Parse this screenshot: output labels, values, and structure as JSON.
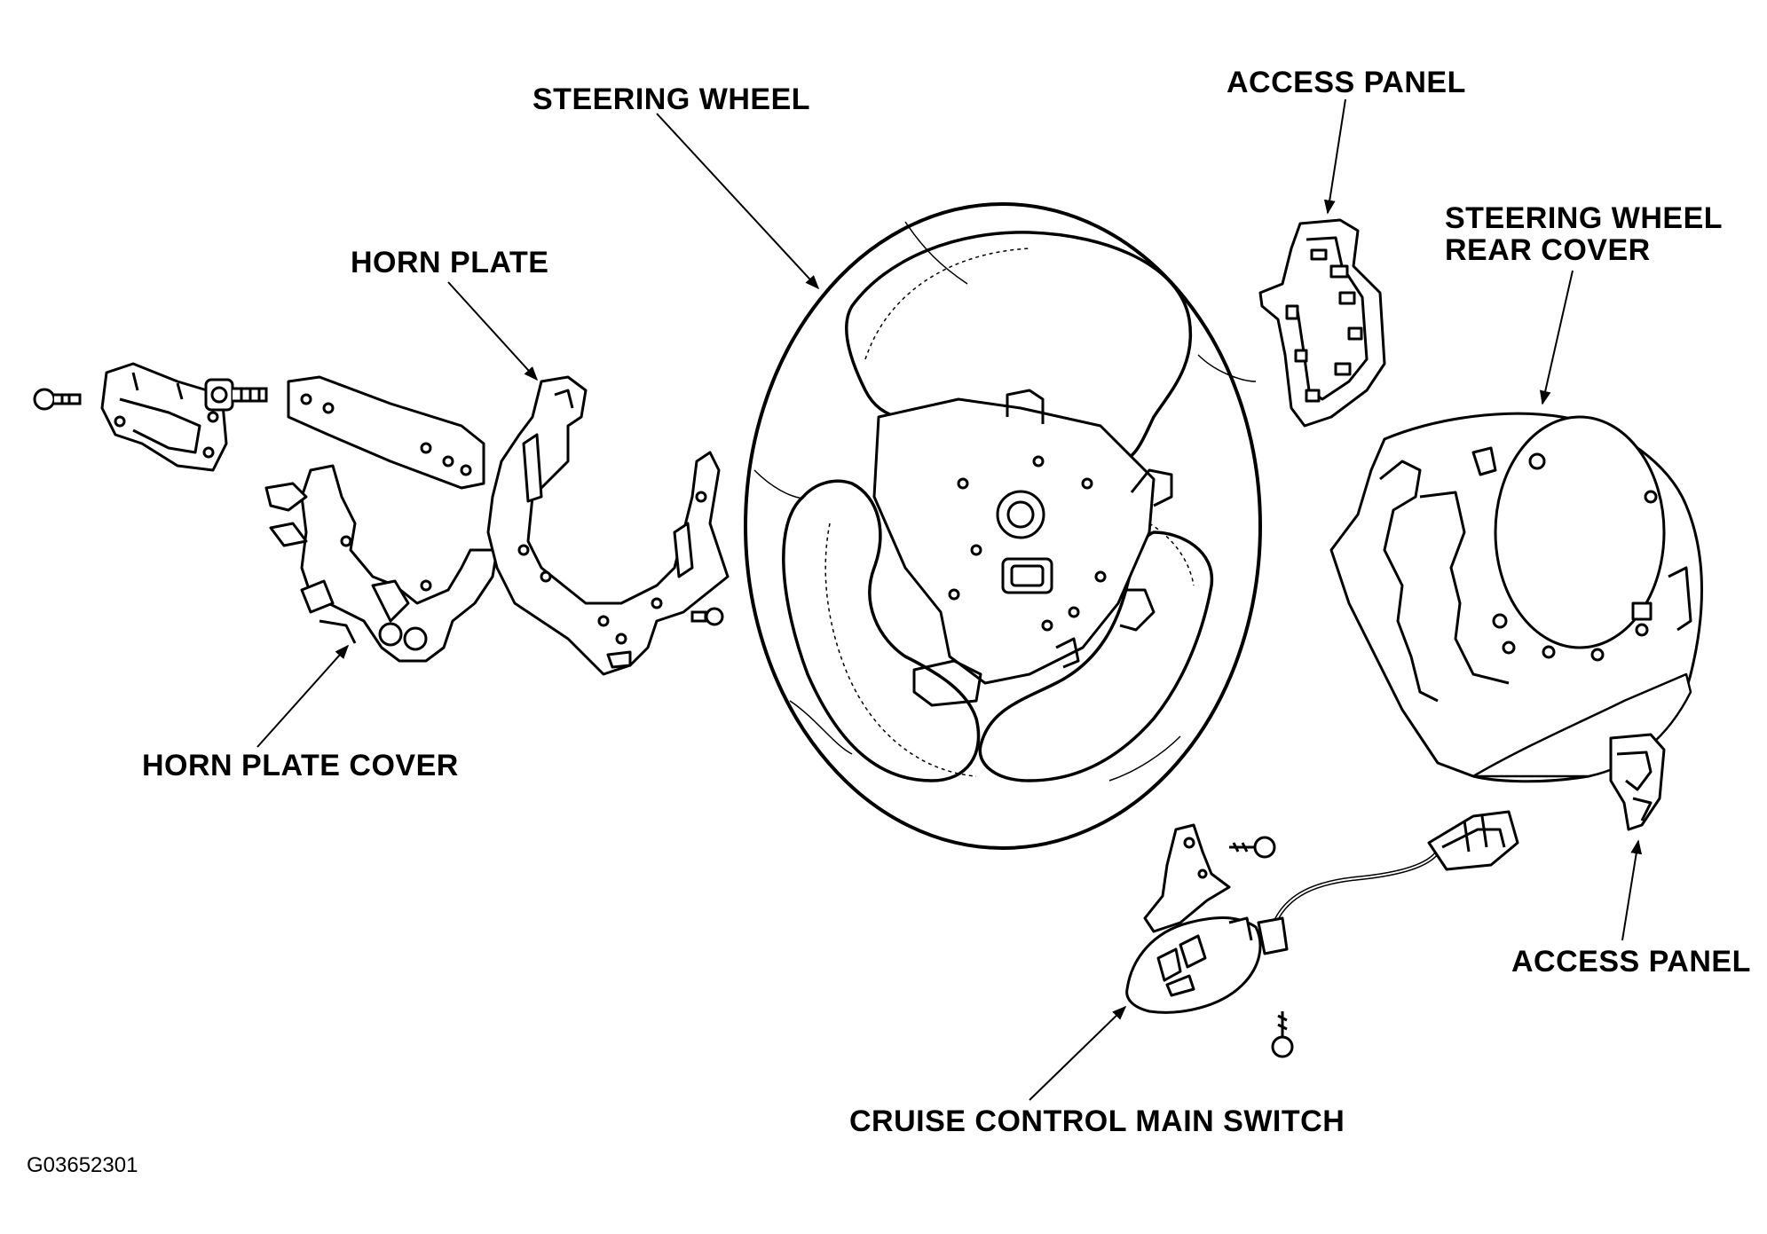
{
  "labels": {
    "steering_wheel": "STEERING WHEEL",
    "access_panel_top": "ACCESS PANEL",
    "rear_cover_line1": "STEERING WHEEL",
    "rear_cover_line2": "REAR COVER",
    "horn_plate": "HORN PLATE",
    "horn_plate_cover": "HORN PLATE COVER",
    "access_panel_bottom": "ACCESS PANEL",
    "cruise_control_main_switch": "CRUISE CONTROL MAIN SWITCH"
  },
  "figure_code": "G03652301",
  "colors": {
    "ink": "#000000",
    "background": "#ffffff"
  }
}
